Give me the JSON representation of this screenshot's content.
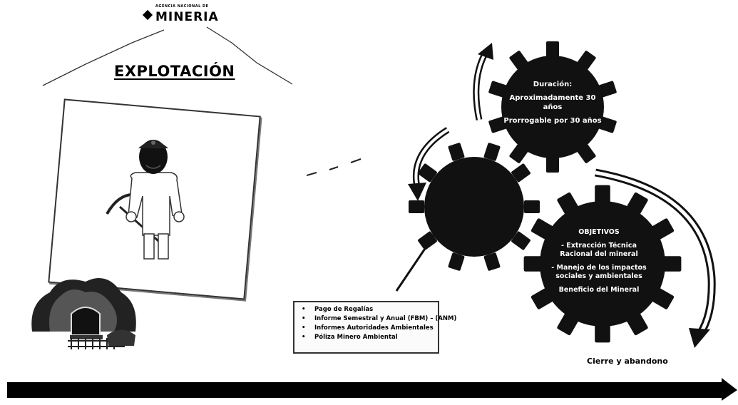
{
  "logo": {
    "agency_line": "AGENCIA NACIONAL DE",
    "name": "MINERIA"
  },
  "title": "EXPLOTACIÓN",
  "gears": {
    "top": {
      "heading": "Duración:",
      "lines": [
        "Aproximadamente 30 años",
        "Prorrogable por 30 años"
      ]
    },
    "bottom": {
      "heading": "OBJETIVOS",
      "lines": [
        "- Extracción Técnica Racional del mineral",
        "- Manejo de los impactos sociales y ambientales",
        "Beneficio del Mineral"
      ]
    }
  },
  "obligations": [
    "Pago de Regalías",
    "Informe Semestral y Anual (FBM) – (ANM)",
    "Informes Autoridades Ambientales",
    "Póliza Minero Ambiental"
  ],
  "timeline": {
    "end_label": "Cierre y abandono"
  }
}
